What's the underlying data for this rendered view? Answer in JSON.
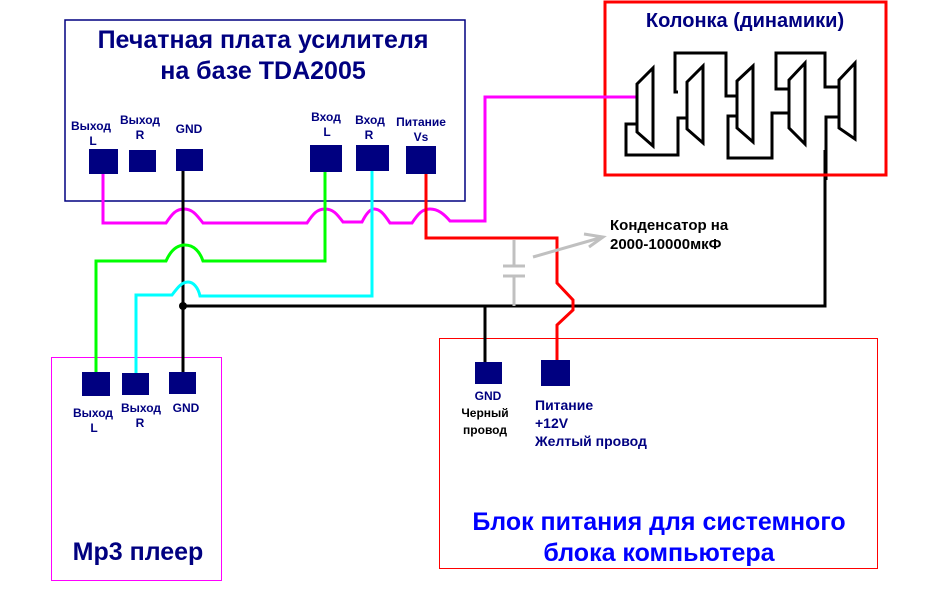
{
  "amplifier_board": {
    "title_line1": "Печатная плата усилителя",
    "title_line2": "на базе TDA2005",
    "pads": {
      "out_l": {
        "line1": "Выход",
        "line2": "L"
      },
      "out_r": {
        "line1": "Выход",
        "line2": "R"
      },
      "gnd": {
        "line1": "GND"
      },
      "in_l": {
        "line1": "Вход",
        "line2": "L"
      },
      "in_r": {
        "line1": "Вход",
        "line2": "R"
      },
      "vs": {
        "line1": "Питание",
        "line2": "Vs"
      }
    }
  },
  "speaker": {
    "title": "Колонка (динамики)",
    "speaker_count": 5
  },
  "capacitor": {
    "label_line1": "Конденсатор на",
    "label_line2": "2000-10000мкФ"
  },
  "mp3_player": {
    "title": "Mp3 плеер",
    "pads": {
      "out_l": {
        "line1": "Выход",
        "line2": "L"
      },
      "out_r": {
        "line1": "Выход",
        "line2": "R"
      },
      "gnd": {
        "line1": "GND"
      }
    }
  },
  "power_supply": {
    "title_line1": "Блок питания для системного",
    "title_line2": "блока компьютера",
    "gnd": {
      "line1": "GND",
      "line2": "Черный",
      "line3": "провод"
    },
    "power": {
      "line1": "Питание",
      "line2": "+12V",
      "line3": "Желтый провод"
    }
  },
  "colors": {
    "pad": "#000080",
    "text": "#000080",
    "psu_title": "#0000ff",
    "wire_magenta": "#ff00ff",
    "wire_green": "#00ff00",
    "wire_cyan": "#00ffff",
    "wire_red": "#ff0000",
    "wire_black": "#000000",
    "capacitor": "#c0c0c0"
  }
}
